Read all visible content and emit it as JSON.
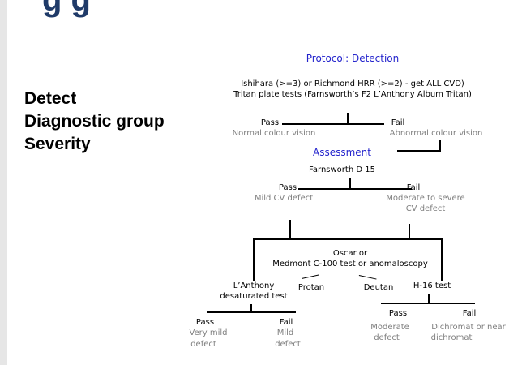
{
  "slide": {
    "heading_fragment": "g  g",
    "bullets": [
      "Detect",
      "Diagnostic group",
      "Severity"
    ]
  },
  "flowchart": {
    "protocol_title": "Protocol:  Detection",
    "screening_line1": "Ishihara (>=3) or Richmond HRR (>=2) - get ALL CVD)",
    "screening_line2": "Tritan plate tests (Farnsworth’s F2   L’Anthony Album Tritan)",
    "screen_pass": "Pass",
    "screen_pass_note": "Normal colour vision",
    "screen_fail": "Fail",
    "screen_fail_note": "Abnormal colour vision",
    "assessment_title": "Assessment",
    "d15_label": "Farnsworth D 15",
    "d15_pass": "Pass",
    "d15_pass_note": "Mild CV defect",
    "d15_fail": "Fail",
    "d15_fail_note_line1": "Moderate to severe",
    "d15_fail_note_line2": "CV defect",
    "diag_line1": "Oscar or",
    "diag_line2": "Medmont C-100 test or anomaloscopy",
    "protan": "Protan",
    "deutan": "Deutan",
    "lanthony_line1": "L’Anthony",
    "lanthony_line2": "desaturated test",
    "h16": "H-16 test",
    "la_pass": "Pass",
    "la_pass_note_line1": "Very mild",
    "la_pass_note_line2": "defect",
    "la_fail": "Fail",
    "la_fail_note_line1": "Mild",
    "la_fail_note_line2": "defect",
    "h16_pass": "Pass",
    "h16_pass_note_line1": "Moderate",
    "h16_pass_note_line2": "defect",
    "h16_fail": "Fail",
    "h16_fail_note_line1": "Dichromat or near",
    "h16_fail_note_line2": "dichromat"
  }
}
